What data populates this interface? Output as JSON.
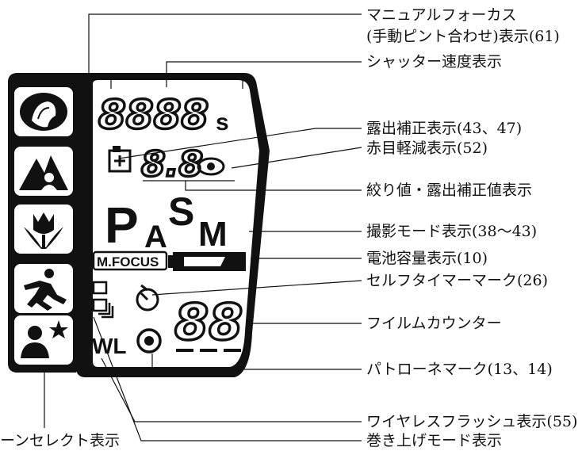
{
  "colors": {
    "ink": "#111111",
    "panel": "#ffffff",
    "lcd": "#ffffff"
  },
  "lcd": {
    "shutter_digits": "8888",
    "shutter_unit": "s",
    "aperture_digits": "8.8",
    "mode_letters": {
      "p": "P",
      "a": "A",
      "s": "S",
      "m": "M"
    },
    "mfocus": "M.FOCUS",
    "counter_digits": "88",
    "wl": "WL"
  },
  "scene_icons": [
    "portrait-icon",
    "landscape-icon",
    "macro-flower-icon",
    "sports-runner-icon",
    "night-portrait-star-icon"
  ],
  "labels": {
    "manual_focus_1": "マニュアルフォーカス",
    "manual_focus_2": "(手動ピント合わせ)表示(61)",
    "shutter": "シャッター速度表示",
    "exposure_comp": "露出補正表示(43、47)",
    "redeye": "赤目軽減表示(52)",
    "aperture": "絞り値・露出補正値表示",
    "mode": "撮影モード表示(38〜43)",
    "battery": "電池容量表示(10)",
    "selftimer": "セルフタイマーマーク(26)",
    "counter": "フイルムカウンター",
    "patrone": "パトローネマーク(13、14)",
    "wireless": "ワイヤレスフラッシュ表示(55)",
    "scene": "ーンセレクト表示",
    "drive": "巻き上げモード表示"
  }
}
